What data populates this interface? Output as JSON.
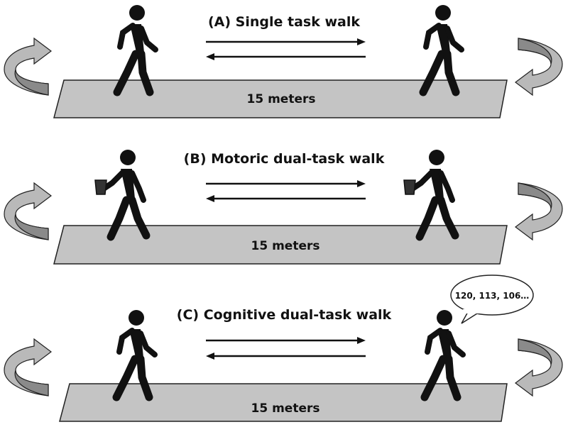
{
  "panels": [
    {
      "title": "(A) Single task walk",
      "distance": "15 meters",
      "carries_cup": false,
      "speech": ""
    },
    {
      "title": "(B) Motoric dual-task walk",
      "distance": "15 meters",
      "carries_cup": true,
      "speech": ""
    },
    {
      "title": "(C) Cognitive dual-task walk",
      "distance": "15 meters",
      "carries_cup": false,
      "speech": "120, 113, 106…"
    }
  ],
  "colors": {
    "track_fill": "#c4c4c4",
    "track_stroke": "#222222",
    "arrow_fill": "#b9b9b9",
    "arrow_shade": "#8a8a8a",
    "figure": "#111111"
  }
}
